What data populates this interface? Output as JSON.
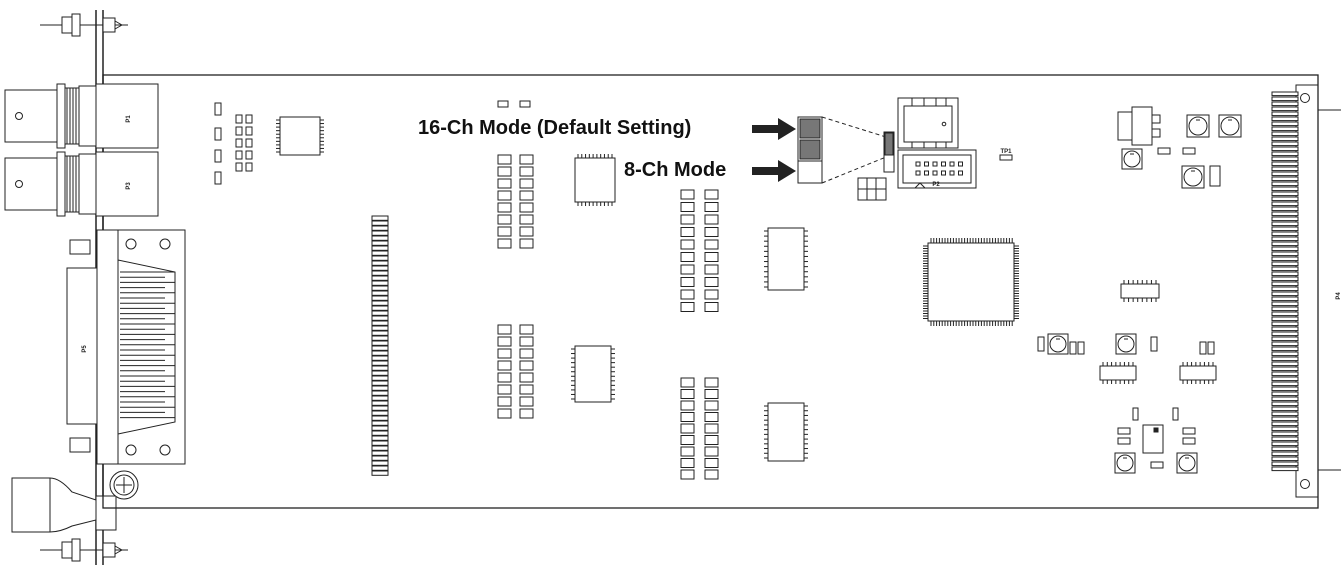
{
  "callouts": {
    "mode16": "16-Ch Mode (Default Setting)",
    "mode8": "8-Ch Mode"
  },
  "connectors": {
    "p1": "P1",
    "p3": "P3",
    "p5": "P5",
    "p2": "P2",
    "p4": "P4",
    "tp1": "TP1"
  },
  "colors": {
    "line": "#222222",
    "jumper_fill": "#777777",
    "plate": "#f4f4f4"
  }
}
